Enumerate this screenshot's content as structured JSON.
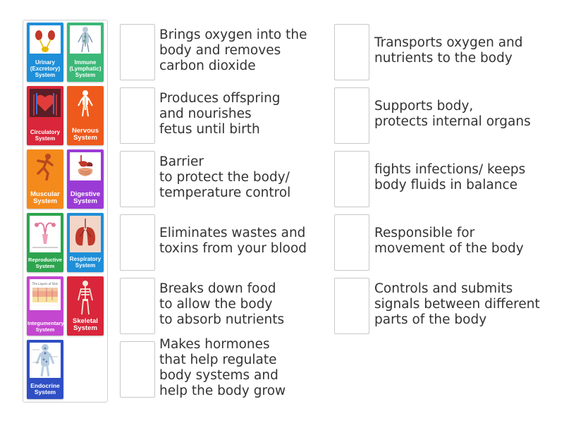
{
  "cards": [
    {
      "id": "urinary",
      "label": "Urinary\n(Excretory)\nSystem",
      "color": "#1e8fd8"
    },
    {
      "id": "immune",
      "label": "Immune\n(Lymphatic)\nSystem",
      "color": "#3cb878"
    },
    {
      "id": "circulatory",
      "label": "Circulatory\nSystem",
      "color": "#d9263a"
    },
    {
      "id": "nervous",
      "label": "Nervous\nSystem",
      "color": "#ee5a1c"
    },
    {
      "id": "muscular",
      "label": "Muscular\nSystem",
      "color": "#f48a1c"
    },
    {
      "id": "digestive",
      "label": "Digestive\nSystem",
      "color": "#9b3bd6"
    },
    {
      "id": "reproductive",
      "label": "Reproductive\nSystem",
      "color": "#2ea44f"
    },
    {
      "id": "respiratory",
      "label": "Respiratory\nSystem",
      "color": "#1e8fd8"
    },
    {
      "id": "integumentary",
      "label": "Integumentary\nSystem",
      "color": "#c447d0"
    },
    {
      "id": "skeletal",
      "label": "Skeletal\nSystem",
      "color": "#d9263a"
    },
    {
      "id": "endocrine",
      "label": "Endocrine\nSystem",
      "color": "#2f4fc4"
    }
  ],
  "skin_diagram_title": "The Layers of Skin",
  "descriptions": {
    "left": [
      "Brings oxygen into the\nbody and removes\ncarbon dioxide",
      "Produces offspring\nand nourishes\nfetus until birth",
      "Barrier\nto protect the body/\ntemperature control",
      "Eliminates wastes and\ntoxins from your blood",
      "Breaks down food\nto allow the body\nto absorb nutrients",
      "Makes hormones\nthat help regulate\nbody systems and\nhelp the body grow"
    ],
    "right": [
      "Transports oxygen and\nnutrients to the body",
      "Supports body,\nprotects internal organs",
      "fights infections/ keeps\nbody fluids in balance",
      "Responsible for\nmovement of the body",
      "Controls and submits\nsignals between different\nparts of the body"
    ]
  }
}
